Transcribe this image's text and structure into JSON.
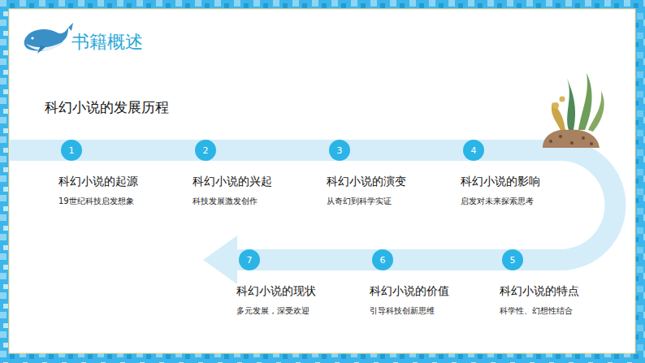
{
  "diagram": {
    "title": "书籍概述",
    "nodes": [
      {
        "text": [
          "1",
          "科幻小说的起源",
          "19世纪科技启发想象"
        ]
      },
      {
        "text": [
          "2",
          "科幻小说的兴起",
          "科技发展激发创作"
        ]
      },
      {
        "text": [
          "3",
          "科幻小说的演变",
          "从奇幻到科学实证"
        ]
      },
      {
        "text": [
          "4",
          "科幻小说的影响",
          "启发对未来探索思考"
        ]
      },
      {
        "text": [
          "5",
          "科幻小说的特点",
          "科学性、幻想性结合"
        ]
      },
      {
        "text": [
          "6",
          "科幻小说的价值",
          "引导科技创新思维"
        ]
      },
      {
        "text": [
          "7",
          "科幻小说的现状",
          "多元发展，深受欢迎"
        ]
      }
    ],
    "labels": [
      "科幻小说的发展历程"
    ]
  }
}
